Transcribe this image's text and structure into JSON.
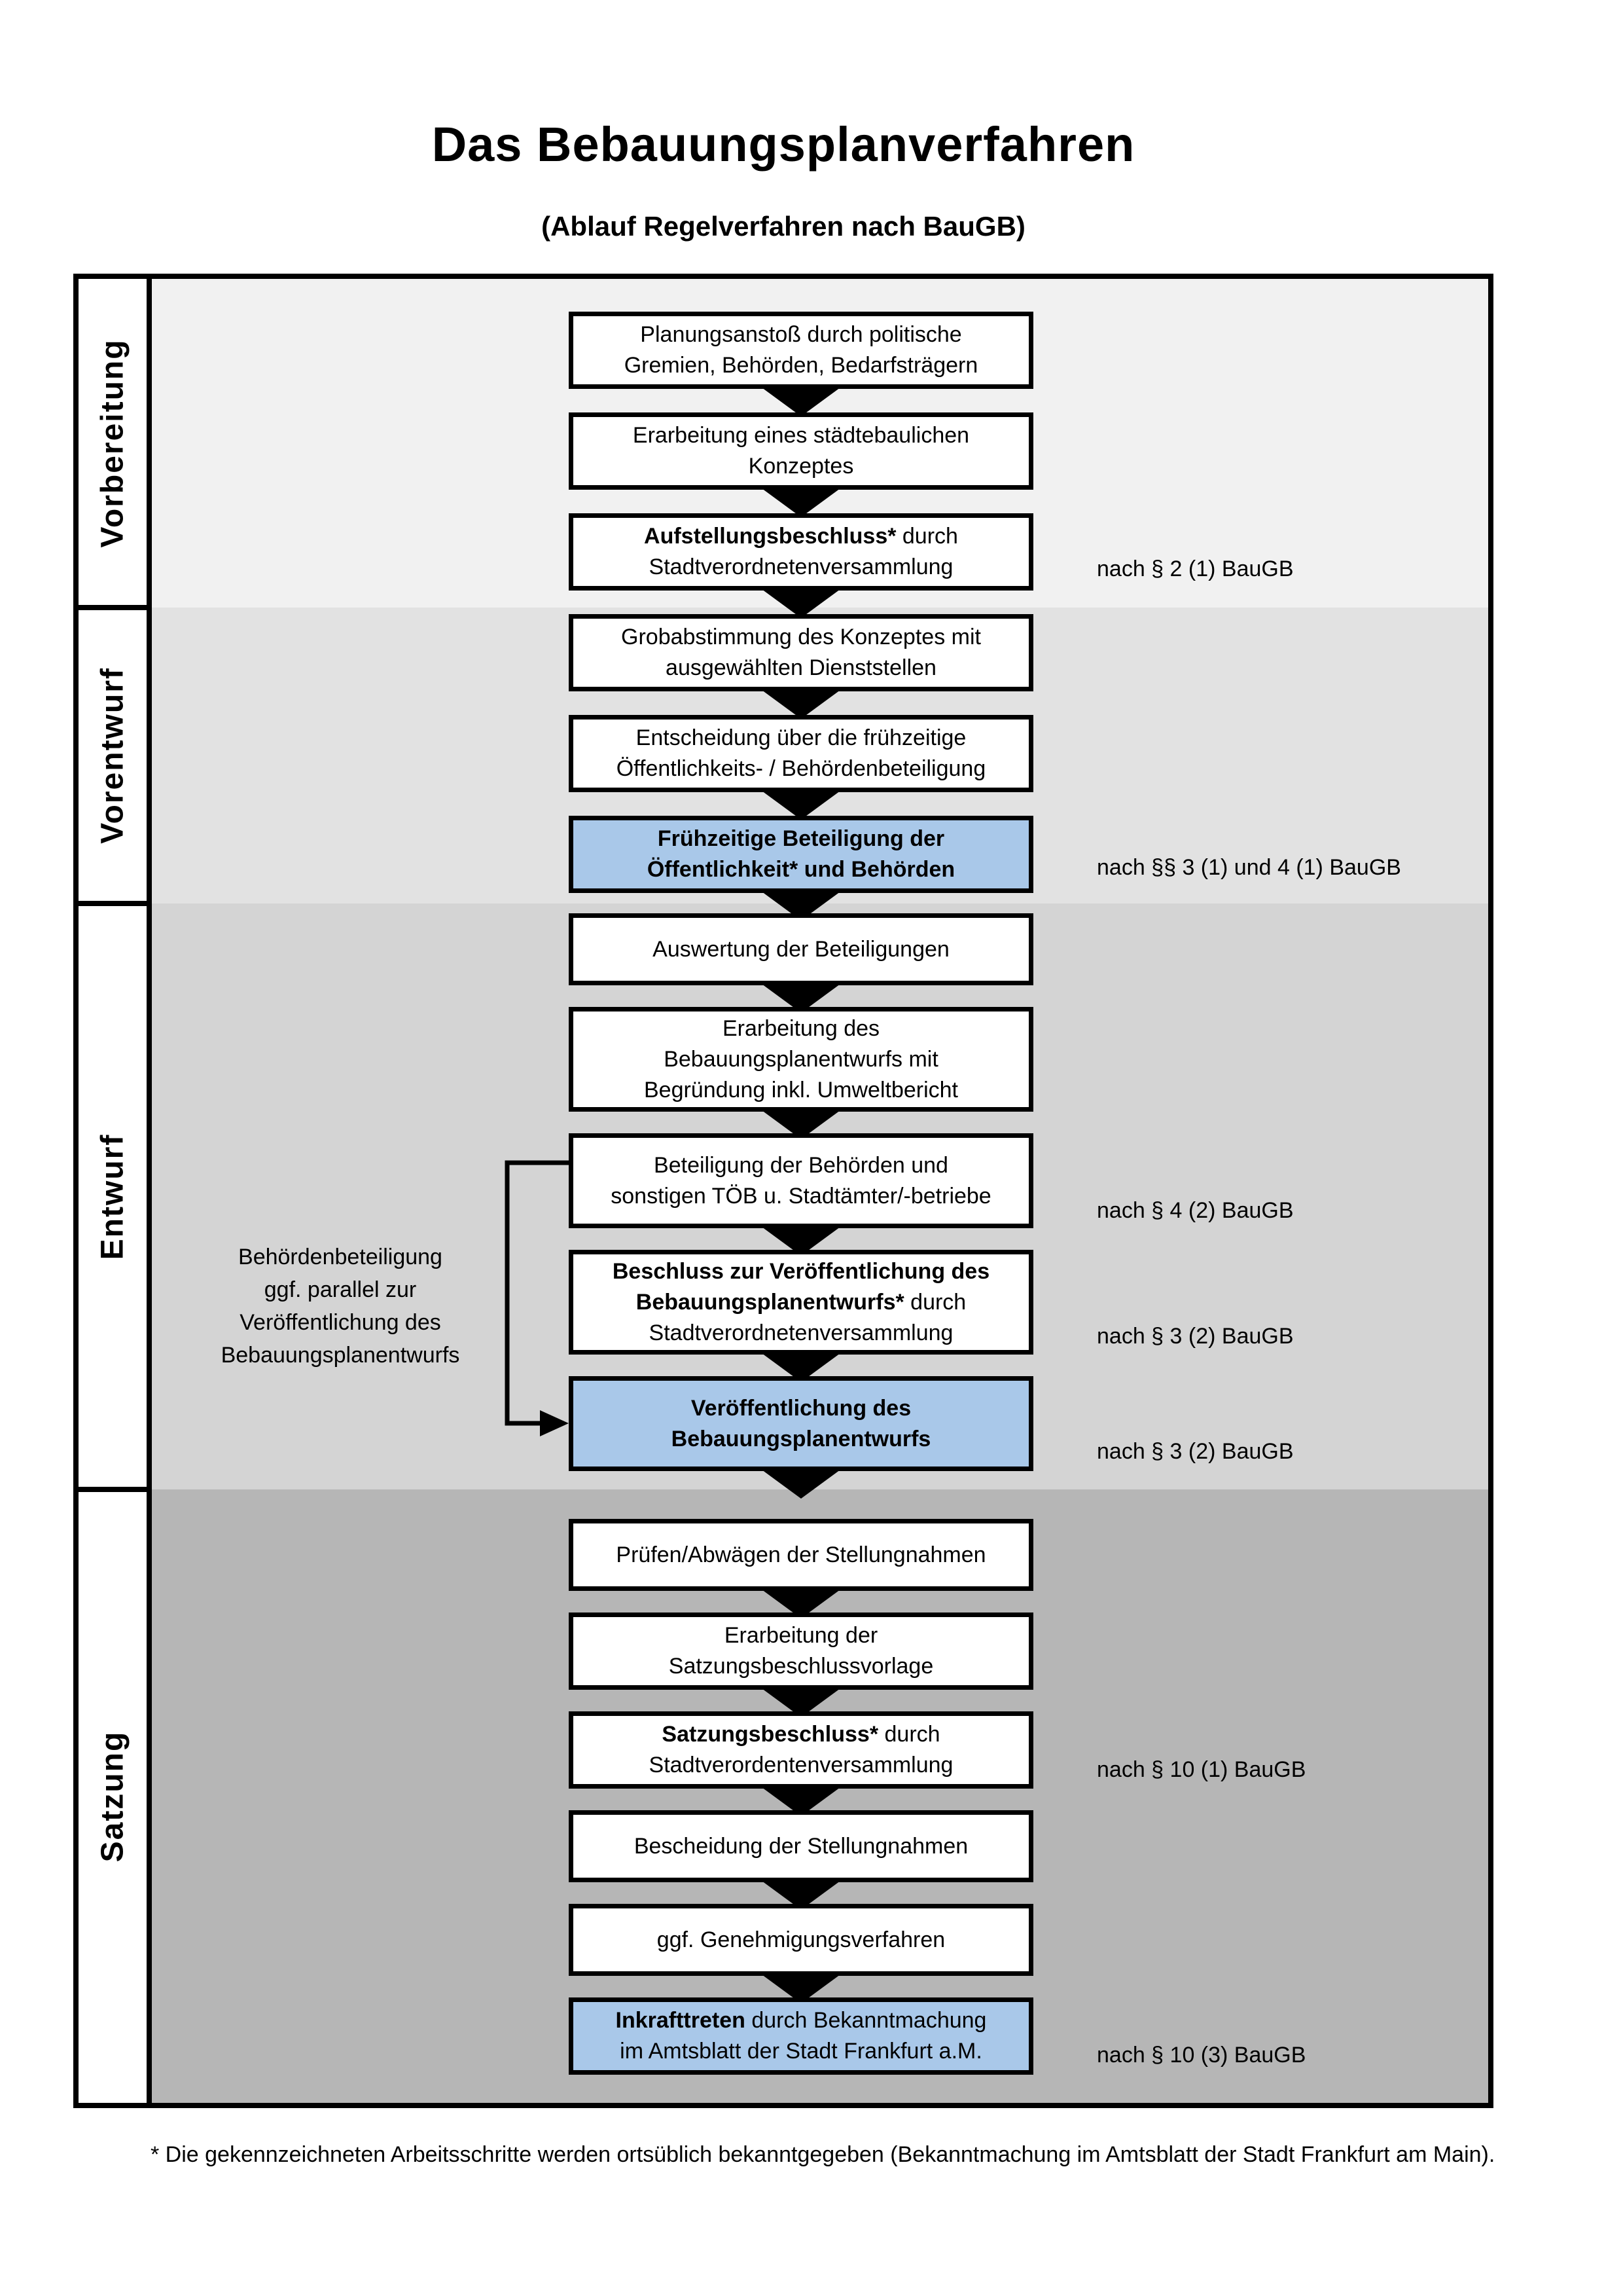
{
  "title": "Das Bebauungsplanverfahren",
  "subtitle": "(Ablauf Regelverfahren nach BauGB)",
  "colors": {
    "highlight_box": "#a9c8e9",
    "plain_box": "#ffffff",
    "box_border": "#000000",
    "phase_backgrounds": [
      "#f1f1f1",
      "#e2e2e2",
      "#d4d4d4",
      "#b6b6b6"
    ]
  },
  "phases": [
    {
      "label": "Vorbereitung",
      "steps": [
        {
          "highlight": false,
          "lines": [
            [
              {
                "text": "Planungsanstoß durch politische",
                "bold": false
              }
            ],
            [
              {
                "text": "Gremien, Behörden, Bedarfsträgern",
                "bold": false
              }
            ]
          ]
        },
        {
          "highlight": false,
          "lines": [
            [
              {
                "text": "Erarbeitung eines städtebaulichen",
                "bold": false
              }
            ],
            [
              {
                "text": "Konzeptes",
                "bold": false
              }
            ]
          ]
        },
        {
          "highlight": false,
          "note": "nach § 2 (1) BauGB",
          "lines": [
            [
              {
                "text": "Aufstellungsbeschluss*",
                "bold": true
              },
              {
                "text": " durch",
                "bold": false
              }
            ],
            [
              {
                "text": "Stadtverordnetenversammlung",
                "bold": false
              }
            ]
          ]
        }
      ]
    },
    {
      "label": "Vorentwurf",
      "steps": [
        {
          "highlight": false,
          "lines": [
            [
              {
                "text": "Grobabstimmung des Konzeptes mit",
                "bold": false
              }
            ],
            [
              {
                "text": "ausgewählten Dienststellen",
                "bold": false
              }
            ]
          ]
        },
        {
          "highlight": false,
          "lines": [
            [
              {
                "text": "Entscheidung über die frühzeitige",
                "bold": false
              }
            ],
            [
              {
                "text": "Öffentlichkeits- / Behördenbeteiligung",
                "bold": false
              }
            ]
          ]
        },
        {
          "highlight": true,
          "note": "nach §§ 3 (1) und 4 (1) BauGB",
          "lines": [
            [
              {
                "text": "Frühzeitige Beteiligung der",
                "bold": true
              }
            ],
            [
              {
                "text": "Öffentlichkeit* und Behörden",
                "bold": true
              }
            ]
          ]
        }
      ]
    },
    {
      "label": "Entwurf",
      "side_note": {
        "lines": [
          "Behördenbeteiligung",
          "ggf. parallel zur",
          "Veröffentlichung des",
          "Bebauungsplanentwurfs"
        ]
      },
      "steps": [
        {
          "highlight": false,
          "lines": [
            [
              {
                "text": "Auswertung der Beteiligungen",
                "bold": false
              }
            ]
          ]
        },
        {
          "highlight": false,
          "lines": [
            [
              {
                "text": "Erarbeitung des",
                "bold": false
              }
            ],
            [
              {
                "text": "Bebauungsplanentwurfs mit",
                "bold": false
              }
            ],
            [
              {
                "text": "Begründung inkl. Umweltbericht",
                "bold": false
              }
            ]
          ]
        },
        {
          "highlight": false,
          "note": "nach § 4 (2) BauGB",
          "lines": [
            [
              {
                "text": "Beteiligung der Behörden und",
                "bold": false
              }
            ],
            [
              {
                "text": "sonstigen TÖB u. Stadtämter/-betriebe",
                "bold": false
              }
            ]
          ]
        },
        {
          "highlight": false,
          "note": "nach § 3 (2) BauGB",
          "lines": [
            [
              {
                "text": "Beschluss zur Veröffentlichung des",
                "bold": true
              }
            ],
            [
              {
                "text": "Bebauungsplanentwurfs*",
                "bold": true
              },
              {
                "text": " durch",
                "bold": false
              }
            ],
            [
              {
                "text": "Stadtverordnetenversammlung",
                "bold": false
              }
            ]
          ]
        },
        {
          "highlight": true,
          "note": "nach § 3 (2) BauGB",
          "lines": [
            [
              {
                "text": "Veröffentlichung des",
                "bold": true
              }
            ],
            [
              {
                "text": "Bebauungsplanentwurfs",
                "bold": true
              }
            ]
          ]
        }
      ]
    },
    {
      "label": "Satzung",
      "steps": [
        {
          "highlight": false,
          "lines": [
            [
              {
                "text": "Prüfen/Abwägen der Stellungnahmen",
                "bold": false
              }
            ]
          ]
        },
        {
          "highlight": false,
          "lines": [
            [
              {
                "text": "Erarbeitung der",
                "bold": false
              }
            ],
            [
              {
                "text": "Satzungsbeschlussvorlage",
                "bold": false
              }
            ]
          ]
        },
        {
          "highlight": false,
          "note": "nach § 10 (1) BauGB",
          "lines": [
            [
              {
                "text": "Satzungsbeschluss*",
                "bold": true
              },
              {
                "text": " durch",
                "bold": false
              }
            ],
            [
              {
                "text": "Stadtverordentenversammlung",
                "bold": false
              }
            ]
          ]
        },
        {
          "highlight": false,
          "lines": [
            [
              {
                "text": "Bescheidung der Stellungnahmen",
                "bold": false
              }
            ]
          ]
        },
        {
          "highlight": false,
          "lines": [
            [
              {
                "text": "ggf. Genehmigungsverfahren",
                "bold": false
              }
            ]
          ]
        },
        {
          "highlight": true,
          "note": "nach § 10 (3) BauGB",
          "lines": [
            [
              {
                "text": "Inkrafttreten",
                "bold": true
              },
              {
                "text": " durch Bekanntmachung",
                "bold": false
              }
            ],
            [
              {
                "text": "im Amtsblatt der Stadt Frankfurt a.M.",
                "bold": false
              }
            ]
          ]
        }
      ]
    }
  ],
  "footnote": "* Die gekennzeichneten Arbeitsschritte werden ortsüblich bekanntgegeben (Bekanntmachung im Amtsblatt  der Stadt Frankfurt am Main)."
}
